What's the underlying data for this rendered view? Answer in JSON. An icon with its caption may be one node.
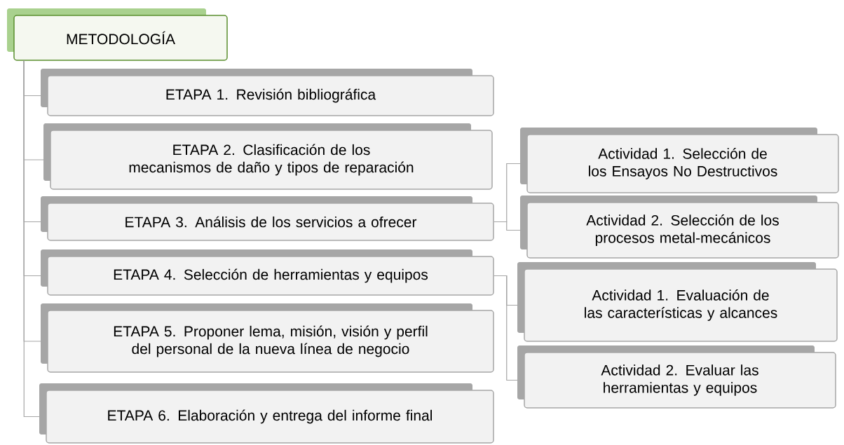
{
  "diagram": {
    "nodes": [
      {
        "text": [
          "METODOLOGÍA"
        ]
      },
      {
        "text": [
          "ETAPA 1. Revisión bibliográfica"
        ]
      },
      {
        "text": [
          "ETAPA 2. Clasificación de los mecanismos de daño y tipos de reparación"
        ]
      },
      {
        "text": [
          "ETAPA 3. Análisis de los servicios a ofrecer"
        ]
      },
      {
        "text": [
          "ETAPA 4. Selección de herramientas y equipos"
        ]
      },
      {
        "text": [
          "ETAPA 5. Proponer lema, misión, visión y perfil del personal de la nueva línea de negocio"
        ]
      },
      {
        "text": [
          "ETAPA 6. Elaboración y entrega del informe final"
        ]
      },
      {
        "text": [
          "Actividad 1. Selección de los Ensayos No Destructivos"
        ]
      },
      {
        "text": [
          "Actividad 2. Selección de los procesos metal-mecánicos"
        ]
      },
      {
        "text": [
          "Actividad 1. Evaluación de las características y alcances"
        ]
      },
      {
        "text": [
          "Actividad 2. Evaluar las herramientas y equipos"
        ]
      }
    ],
    "edges": [
      {
        "from": 0,
        "to": 1,
        "arrow": "none"
      },
      {
        "from": 0,
        "to": 2,
        "arrow": "none"
      },
      {
        "from": 0,
        "to": 3,
        "arrow": "none"
      },
      {
        "from": 0,
        "to": 4,
        "arrow": "none"
      },
      {
        "from": 0,
        "to": 5,
        "arrow": "none"
      },
      {
        "from": 0,
        "to": 6,
        "arrow": "none"
      },
      {
        "from": 3,
        "to": 7,
        "arrow": "none"
      },
      {
        "from": 3,
        "to": 8,
        "arrow": "none"
      },
      {
        "from": 4,
        "to": 9,
        "arrow": "none"
      },
      {
        "from": 4,
        "to": 10,
        "arrow": "none"
      }
    ]
  }
}
